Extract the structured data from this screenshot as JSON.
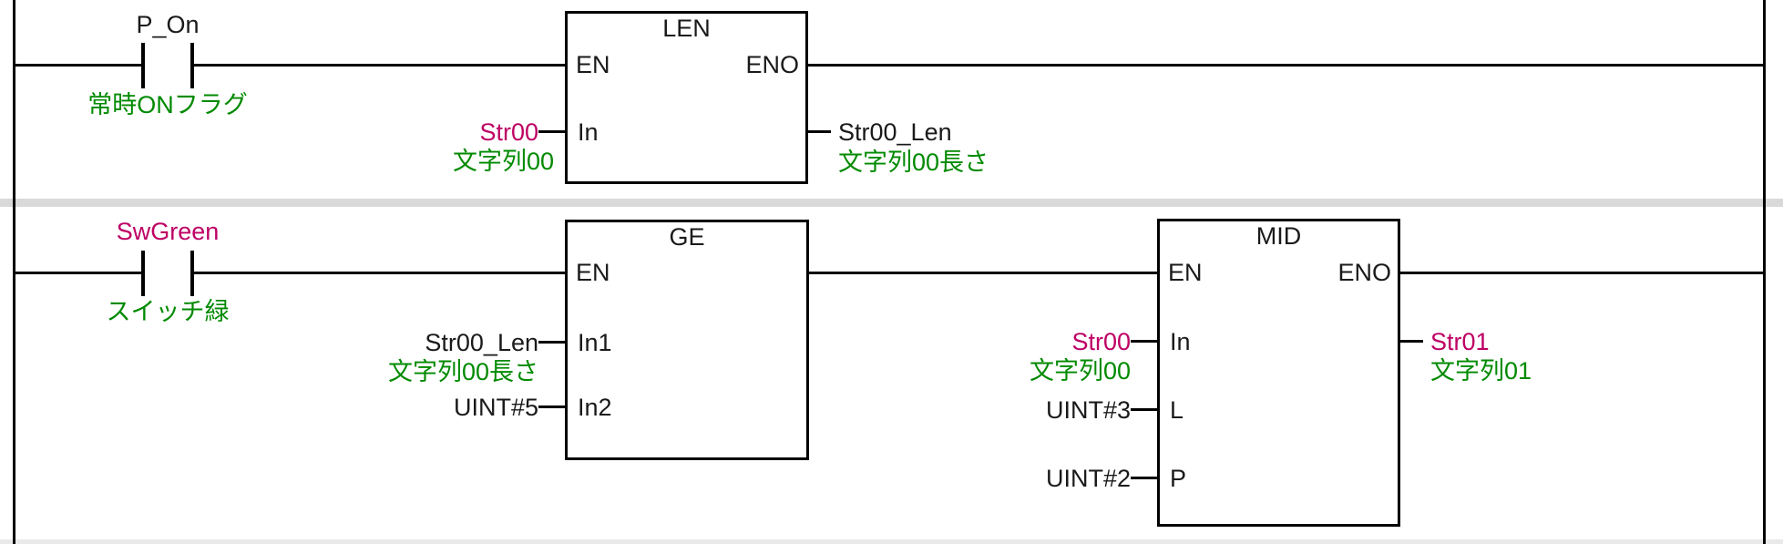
{
  "colors": {
    "wire": "#000000",
    "global_variable_text": "#BE0064",
    "comment_text": "#008A00",
    "label_text": "#1A1A1A",
    "rung_divider": "#D9D9D9",
    "bottom_divider": "#E9E9E9",
    "background": "#FFFFFF"
  },
  "rung1": {
    "contact": {
      "variable": "P_On",
      "comment": "常時ONフラグ"
    },
    "len_block": {
      "title": "LEN",
      "en_label": "EN",
      "eno_label": "ENO",
      "in_label": "In",
      "in_operand": "Str00",
      "in_comment": "文字列00",
      "out_operand": "Str00_Len",
      "out_comment": "文字列00長さ"
    }
  },
  "rung2": {
    "contact": {
      "variable": "SwGreen",
      "comment": "スイッチ緑"
    },
    "ge_block": {
      "title": "GE",
      "en_label": "EN",
      "in1_label": "In1",
      "in1_operand": "Str00_Len",
      "in1_comment": "文字列00長さ",
      "in2_label": "In2",
      "in2_operand": "UINT#5"
    },
    "mid_block": {
      "title": "MID",
      "en_label": "EN",
      "eno_label": "ENO",
      "in_label": "In",
      "in_operand": "Str00",
      "in_comment": "文字列00",
      "l_label": "L",
      "l_operand": "UINT#3",
      "p_label": "P",
      "p_operand": "UINT#2",
      "out_operand": "Str01",
      "out_comment": "文字列01"
    }
  }
}
